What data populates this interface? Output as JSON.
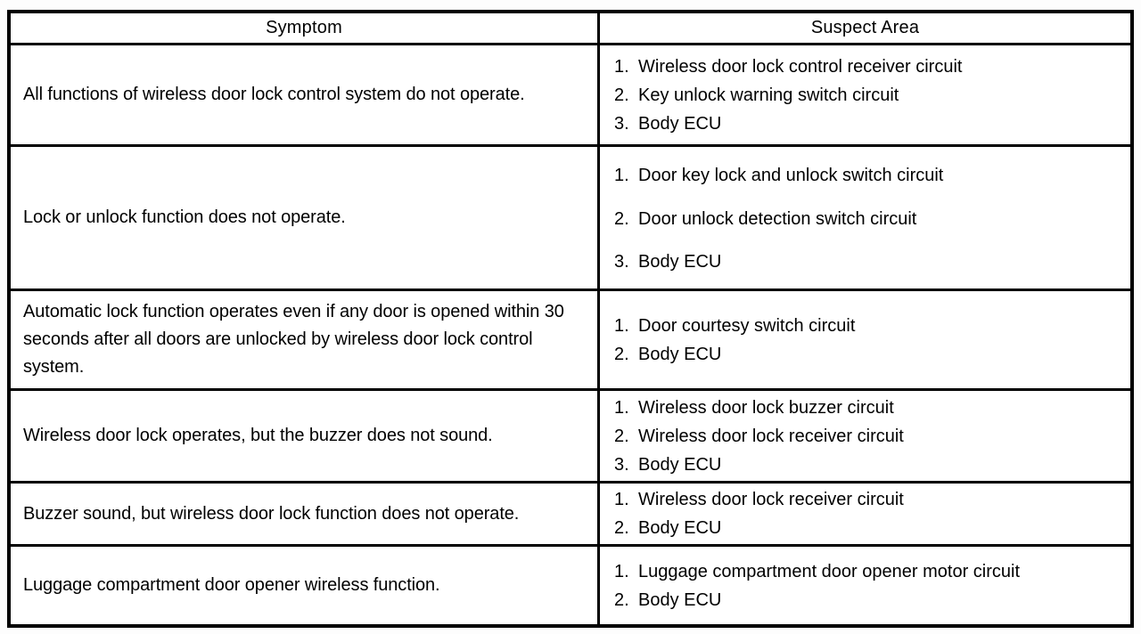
{
  "colors": {
    "border": "#000000",
    "background": "#ffffff",
    "text": "#000000"
  },
  "table": {
    "headers": {
      "symptom": "Symptom",
      "suspect_area": "Suspect Area"
    },
    "rows": [
      {
        "symptom": "All functions of wireless door lock control system do not operate.",
        "suspects": [
          {
            "num": "1.",
            "text": "Wireless door lock control receiver circuit"
          },
          {
            "num": "2.",
            "text": "Key unlock warning switch circuit"
          },
          {
            "num": "3.",
            "text": "Body ECU"
          }
        ]
      },
      {
        "symptom": "Lock or unlock function does not operate.",
        "suspects": [
          {
            "num": "1.",
            "text": "Door key lock and unlock switch circuit"
          },
          {
            "num": "2.",
            "text": "Door unlock detection switch circuit"
          },
          {
            "num": "3.",
            "text": "Body ECU"
          }
        ]
      },
      {
        "symptom": "Automatic lock function operates even if any door is opened within 30 seconds after all doors are unlocked by wireless door lock control system.",
        "suspects": [
          {
            "num": "1.",
            "text": "Door courtesy switch circuit"
          },
          {
            "num": "2.",
            "text": "Body ECU"
          }
        ]
      },
      {
        "symptom": "Wireless door lock operates, but the buzzer does not sound.",
        "suspects": [
          {
            "num": "1.",
            "text": "Wireless door lock buzzer circuit"
          },
          {
            "num": "2.",
            "text": "Wireless door lock receiver circuit"
          },
          {
            "num": "3.",
            "text": "Body ECU"
          }
        ]
      },
      {
        "symptom": "Buzzer sound, but wireless door lock function does not operate.",
        "suspects": [
          {
            "num": "1.",
            "text": "Wireless door lock receiver circuit"
          },
          {
            "num": "2.",
            "text": "Body ECU"
          }
        ]
      },
      {
        "symptom": "Luggage compartment door opener wireless function.",
        "suspects": [
          {
            "num": "1.",
            "text": "Luggage compartment door opener motor circuit"
          },
          {
            "num": "2.",
            "text": "Body ECU"
          }
        ]
      }
    ]
  }
}
